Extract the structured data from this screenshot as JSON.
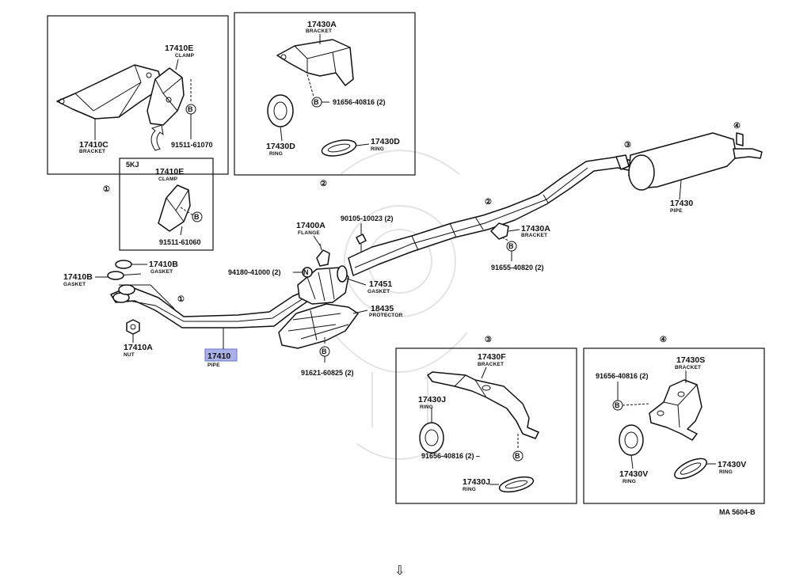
{
  "boxes": {
    "box1_circle": "①",
    "box2_circle": "②",
    "box3_circle": "③",
    "box4_circle": "④",
    "variant_label": "5KJ"
  },
  "parts": {
    "p17410E_a": {
      "num": "17410E",
      "name": "CLAMP"
    },
    "p17410C": {
      "num": "17410C",
      "name": "BRACKET"
    },
    "p91511_61070": {
      "num": "91511-61070"
    },
    "p17410E_b": {
      "num": "17410E",
      "name": "CLAMP"
    },
    "p91511_61060": {
      "num": "91511-61060"
    },
    "p17430A_a": {
      "num": "17430A",
      "name": "BRACKET"
    },
    "p91656_a": {
      "num": "91656-40816 (2)"
    },
    "p17430D_a": {
      "num": "17430D",
      "name": "RING"
    },
    "p17430D_b": {
      "num": "17430D",
      "name": "RING"
    },
    "p17410B_a": {
      "num": "17410B",
      "name": "GASKET"
    },
    "p17410B_b": {
      "num": "17410B",
      "name": "GASKET"
    },
    "p17410A": {
      "num": "17410A",
      "name": "NUT"
    },
    "p17410": {
      "num": "17410",
      "name": "PIPE"
    },
    "p17400A": {
      "num": "17400A",
      "name": "FLANGE"
    },
    "p90105": {
      "num": "90105-10023 (2)"
    },
    "p94180": {
      "num": "94180-41000 (2)"
    },
    "p17451": {
      "num": "17451",
      "name": "GASKET"
    },
    "p18435": {
      "num": "18435",
      "name": "PROTECTOR"
    },
    "p91621": {
      "num": "91621-60825 (2)"
    },
    "p17430A_b": {
      "num": "17430A",
      "name": "BRACKET"
    },
    "p91655": {
      "num": "91655-40820 (2)"
    },
    "p17430": {
      "num": "17430",
      "name": "PIPE"
    },
    "p17430F": {
      "num": "17430F",
      "name": "BRACKET"
    },
    "p17430J_a": {
      "num": "17430J",
      "name": "RING"
    },
    "p91656_b": {
      "num": "91656-40816 (2) –"
    },
    "p17430J_b": {
      "num": "17430J",
      "name": "RING"
    },
    "p17430S": {
      "num": "17430S",
      "name": "BRACKET"
    },
    "p91656_c": {
      "num": "91656-40816 (2)"
    },
    "p17430V_a": {
      "num": "17430V",
      "name": "RING"
    },
    "p17430V_b": {
      "num": "17430V",
      "name": "RING"
    }
  },
  "markers": {
    "b": "B",
    "n": "N",
    "one": "①",
    "two": "②",
    "three": "③",
    "four": "④"
  },
  "footer": {
    "code": "MA  5604-B",
    "scroll_arrow": "⇩"
  },
  "colors": {
    "highlight": "#aab0e8",
    "line": "#111111",
    "watermark": "#e4e4e4"
  }
}
